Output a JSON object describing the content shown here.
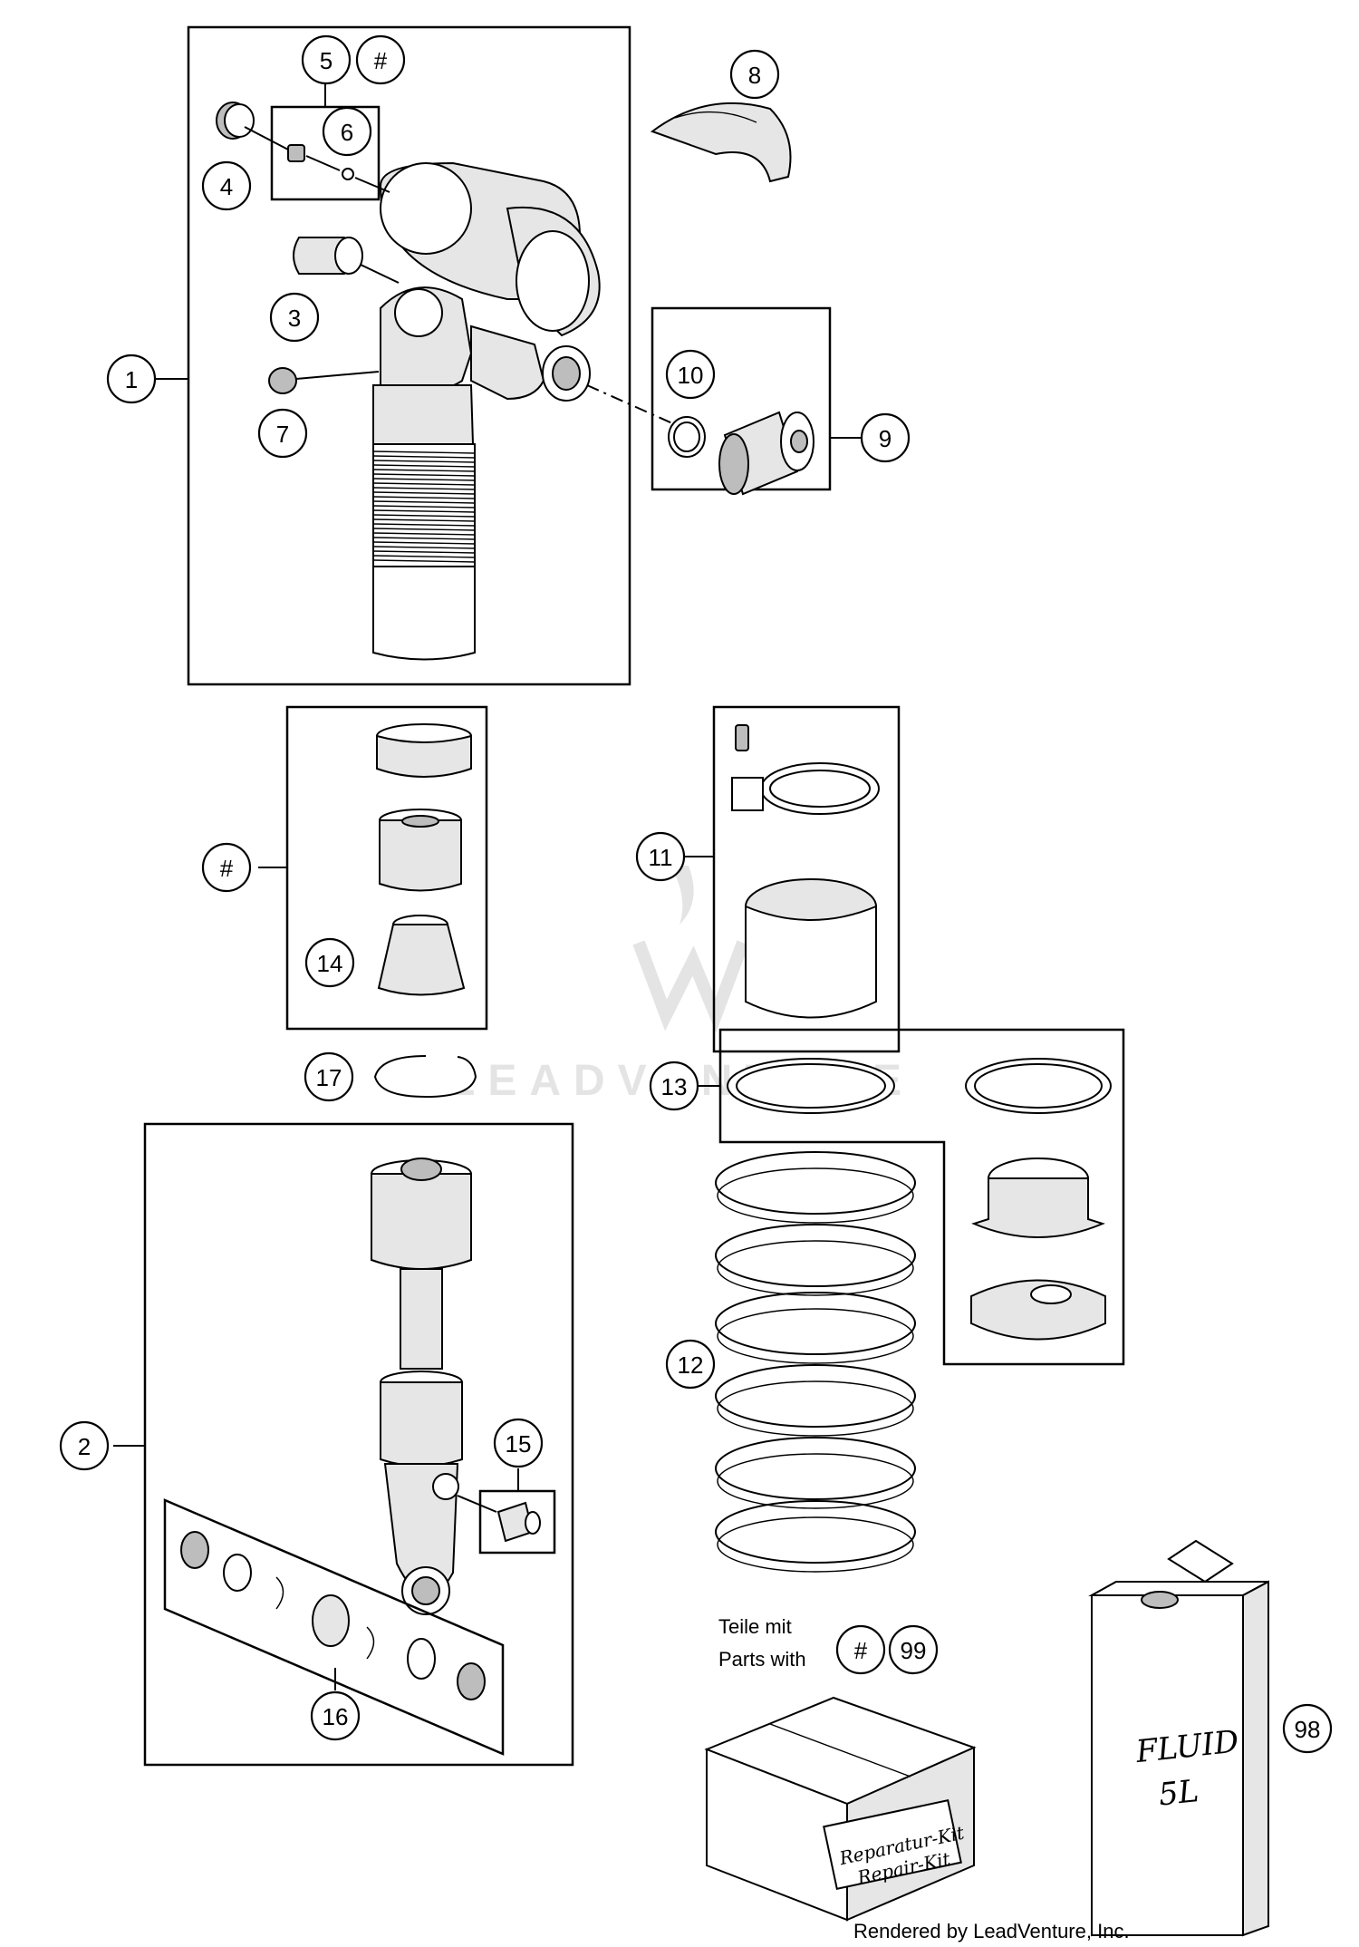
{
  "callouts": [
    {
      "id": "c1",
      "label": "1"
    },
    {
      "id": "c2",
      "label": "2"
    },
    {
      "id": "c3",
      "label": "3"
    },
    {
      "id": "c4",
      "label": "4"
    },
    {
      "id": "c5",
      "label": "5"
    },
    {
      "id": "c5h",
      "label": "#"
    },
    {
      "id": "c6",
      "label": "6"
    },
    {
      "id": "c7",
      "label": "7"
    },
    {
      "id": "c8",
      "label": "8"
    },
    {
      "id": "c9",
      "label": "9"
    },
    {
      "id": "c10",
      "label": "10"
    },
    {
      "id": "c11",
      "label": "11"
    },
    {
      "id": "c12",
      "label": "12"
    },
    {
      "id": "c13",
      "label": "13"
    },
    {
      "id": "c14",
      "label": "14"
    },
    {
      "id": "ch",
      "label": "#"
    },
    {
      "id": "c15",
      "label": "15"
    },
    {
      "id": "c16",
      "label": "16"
    },
    {
      "id": "c17",
      "label": "17"
    },
    {
      "id": "c98",
      "label": "98"
    },
    {
      "id": "c99h",
      "label": "#"
    },
    {
      "id": "c99",
      "label": "99"
    }
  ],
  "legend": {
    "line1": "Teile mit",
    "line2": "Parts with"
  },
  "kit": {
    "line1": "Reparatur-Kit",
    "line2": "Repair-Kit"
  },
  "fluid": {
    "line1": "FLUID",
    "line2": "5L"
  },
  "watermark": "LEADVENTURE",
  "credit": "Rendered by LeadVenture, Inc."
}
